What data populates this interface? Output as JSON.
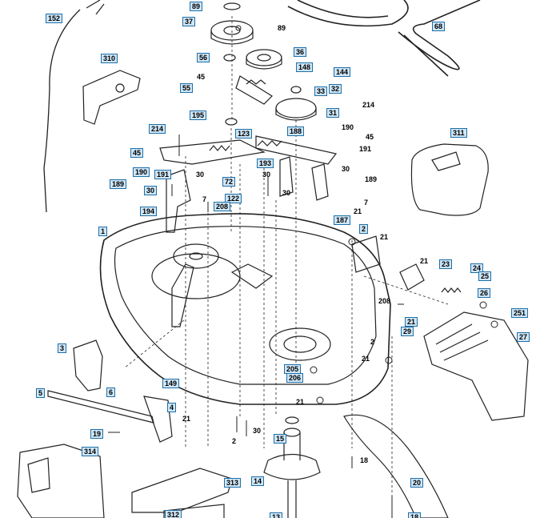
{
  "diagram": {
    "boxed_labels": [
      "152",
      "89",
      "37",
      "310",
      "56",
      "36",
      "148",
      "144",
      "55",
      "33",
      "32",
      "195",
      "31",
      "214",
      "123",
      "188",
      "190",
      "45",
      "191",
      "193",
      "72",
      "189",
      "30",
      "122",
      "194",
      "208",
      "187",
      "1",
      "2",
      "23",
      "24",
      "25",
      "26",
      "251",
      "3",
      "29",
      "27",
      "21",
      "149",
      "205",
      "206",
      "5",
      "6",
      "4",
      "19",
      "15",
      "314",
      "313",
      "14",
      "312",
      "20",
      "68",
      "311",
      "13",
      "18"
    ],
    "plain_labels": [
      "89",
      "45",
      "214",
      "45",
      "30",
      "7",
      "7",
      "21",
      "21",
      "21",
      "208",
      "2",
      "21",
      "21",
      "30",
      "18",
      "30",
      "190",
      "191",
      "30",
      "189",
      "21",
      "30",
      "2"
    ]
  }
}
